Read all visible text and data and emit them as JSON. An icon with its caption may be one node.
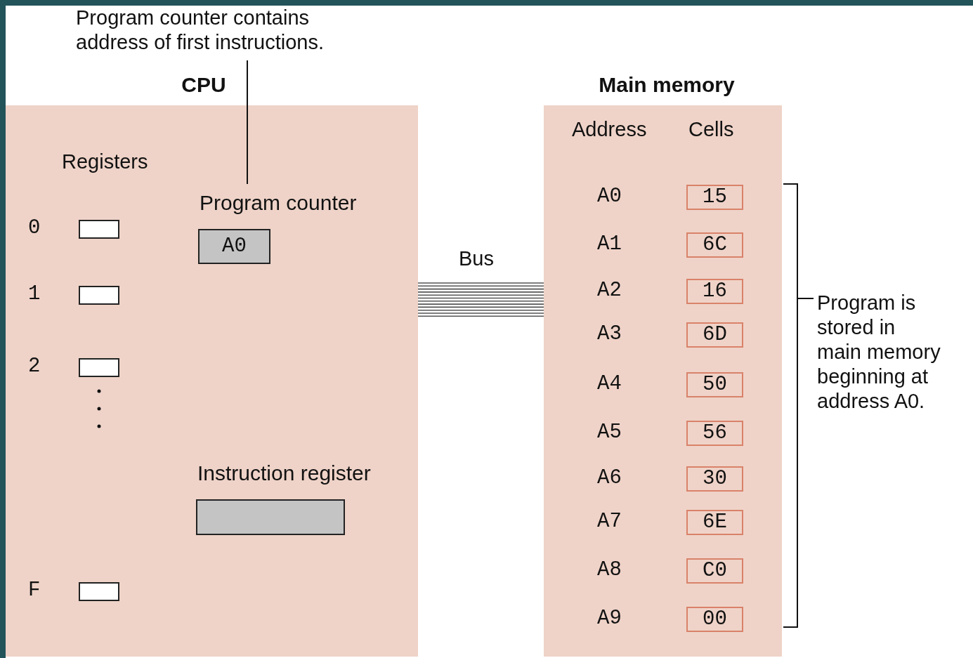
{
  "diagram": {
    "nodes": [
      {
        "text": [
          "Program counter contains address of first instructions."
        ]
      },
      {
        "text": [
          "CPU"
        ]
      },
      {
        "text": [],
        "shape": "box",
        "beside": [
          "0"
        ],
        "in": 1
      },
      {
        "text": [],
        "shape": "box",
        "beside": [
          "1"
        ],
        "in": 1
      },
      {
        "text": [],
        "shape": "box",
        "beside": [
          "2"
        ],
        "in": 1
      },
      {
        "text": [],
        "shape": "box",
        "beside": [
          "F"
        ],
        "in": 1
      },
      {
        "text": [
          "Program counter",
          "A0"
        ],
        "in": 1
      },
      {
        "text": [
          "Instruction register"
        ],
        "in": 1
      },
      {
        "text": [
          "Main memory"
        ]
      },
      {
        "text": [
          "15"
        ],
        "beside": [
          "A0"
        ],
        "in": 8
      },
      {
        "text": [
          "6C"
        ],
        "beside": [
          "A1"
        ],
        "in": 8
      },
      {
        "text": [
          "16"
        ],
        "beside": [
          "A2"
        ],
        "in": 8
      },
      {
        "text": [
          "6D"
        ],
        "beside": [
          "A3"
        ],
        "in": 8
      },
      {
        "text": [
          "50"
        ],
        "beside": [
          "A4"
        ],
        "in": 8
      },
      {
        "text": [
          "56"
        ],
        "beside": [
          "A5"
        ],
        "in": 8
      },
      {
        "text": [
          "30"
        ],
        "beside": [
          "A6"
        ],
        "in": 8
      },
      {
        "text": [
          "6E"
        ],
        "beside": [
          "A7"
        ],
        "in": 8
      },
      {
        "text": [
          "C0"
        ],
        "beside": [
          "A8"
        ],
        "in": 8
      },
      {
        "text": [
          "00"
        ],
        "beside": [
          "A9"
        ],
        "in": 8
      }
    ],
    "edges": [
      {
        "from": 0,
        "to": 6,
        "arrow": "none"
      },
      {
        "from": 1,
        "to": 8,
        "arrow": "none",
        "label": "Bus"
      }
    ],
    "labels": [
      "Registers",
      "Address",
      "Cells",
      "Program is stored in main memory beginning at address A0."
    ]
  }
}
